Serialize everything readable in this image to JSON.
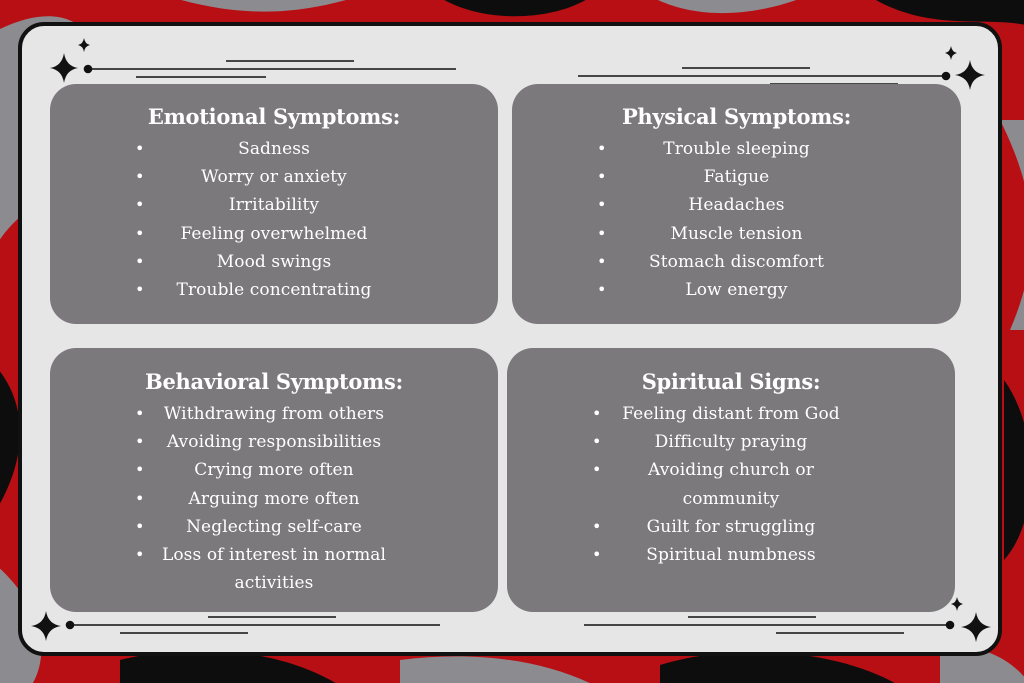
{
  "colors": {
    "background_red": "#b80f14",
    "background_gray": "#8c8b8f",
    "frame": "#e6e6e6",
    "card": "#7b797c",
    "text": "#ffffff"
  },
  "cards": [
    {
      "title": "Emotional Symptoms:",
      "items": [
        "Sadness",
        "Worry or anxiety",
        "Irritability",
        "Feeling overwhelmed",
        "Mood swings",
        "Trouble concentrating"
      ]
    },
    {
      "title": "Physical Symptoms:",
      "items": [
        "Trouble sleeping",
        "Fatigue",
        "Headaches",
        "Muscle tension",
        "Stomach discomfort",
        "Low energy"
      ]
    },
    {
      "title": "Behavioral Symptoms:",
      "items": [
        "Withdrawing from others",
        "Avoiding responsibilities",
        "Crying more often",
        "Arguing more often",
        "Neglecting self-care",
        "Loss of interest in normal",
        "activities"
      ]
    },
    {
      "title": "Spiritual Signs:",
      "items": [
        "Feeling distant from God",
        "Difficulty praying",
        "Avoiding church or",
        "community",
        "Guilt for struggling",
        "Spiritual numbness"
      ]
    }
  ]
}
